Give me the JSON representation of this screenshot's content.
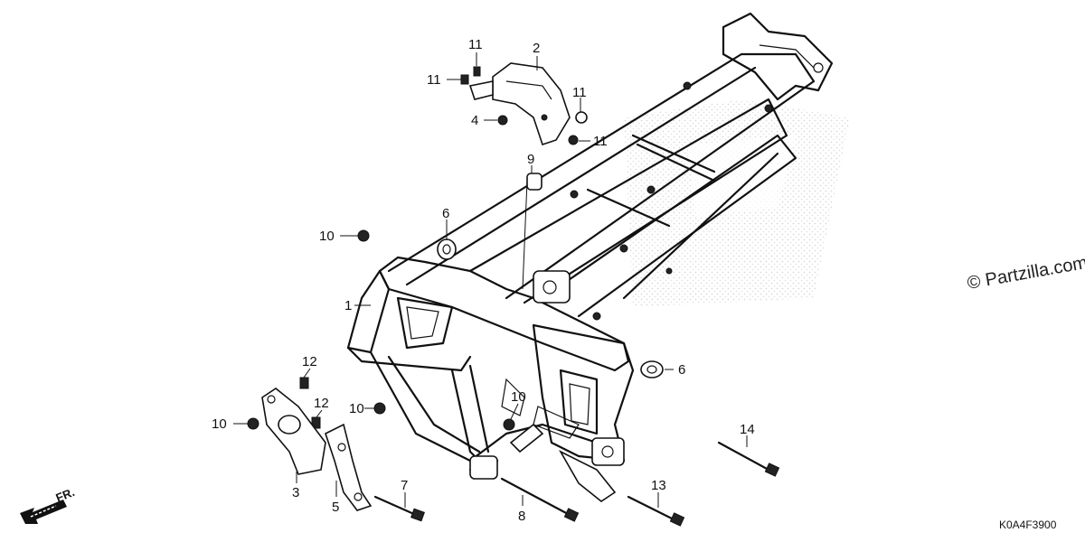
{
  "watermark": "© Partzilla.com",
  "diagram_code": "K0A4F3900",
  "front_arrow_label": "FR.",
  "callouts": [
    {
      "id": "c2",
      "text": "2"
    },
    {
      "id": "c11a",
      "text": "11"
    },
    {
      "id": "c11b",
      "text": "11"
    },
    {
      "id": "c11c",
      "text": "11"
    },
    {
      "id": "c11d",
      "text": "11"
    },
    {
      "id": "c4",
      "text": "4"
    },
    {
      "id": "c9",
      "text": "9"
    },
    {
      "id": "c6a",
      "text": "6"
    },
    {
      "id": "c10a",
      "text": "10"
    },
    {
      "id": "c1",
      "text": "1"
    },
    {
      "id": "c6b",
      "text": "6"
    },
    {
      "id": "c12a",
      "text": "12"
    },
    {
      "id": "c12b",
      "text": "12"
    },
    {
      "id": "c10b",
      "text": "10"
    },
    {
      "id": "c10c",
      "text": "10"
    },
    {
      "id": "c10d",
      "text": "10"
    },
    {
      "id": "c14",
      "text": "14"
    },
    {
      "id": "c3",
      "text": "3"
    },
    {
      "id": "c5",
      "text": "5"
    },
    {
      "id": "c7",
      "text": "7"
    },
    {
      "id": "c8",
      "text": "8"
    },
    {
      "id": "c13",
      "text": "13"
    }
  ]
}
